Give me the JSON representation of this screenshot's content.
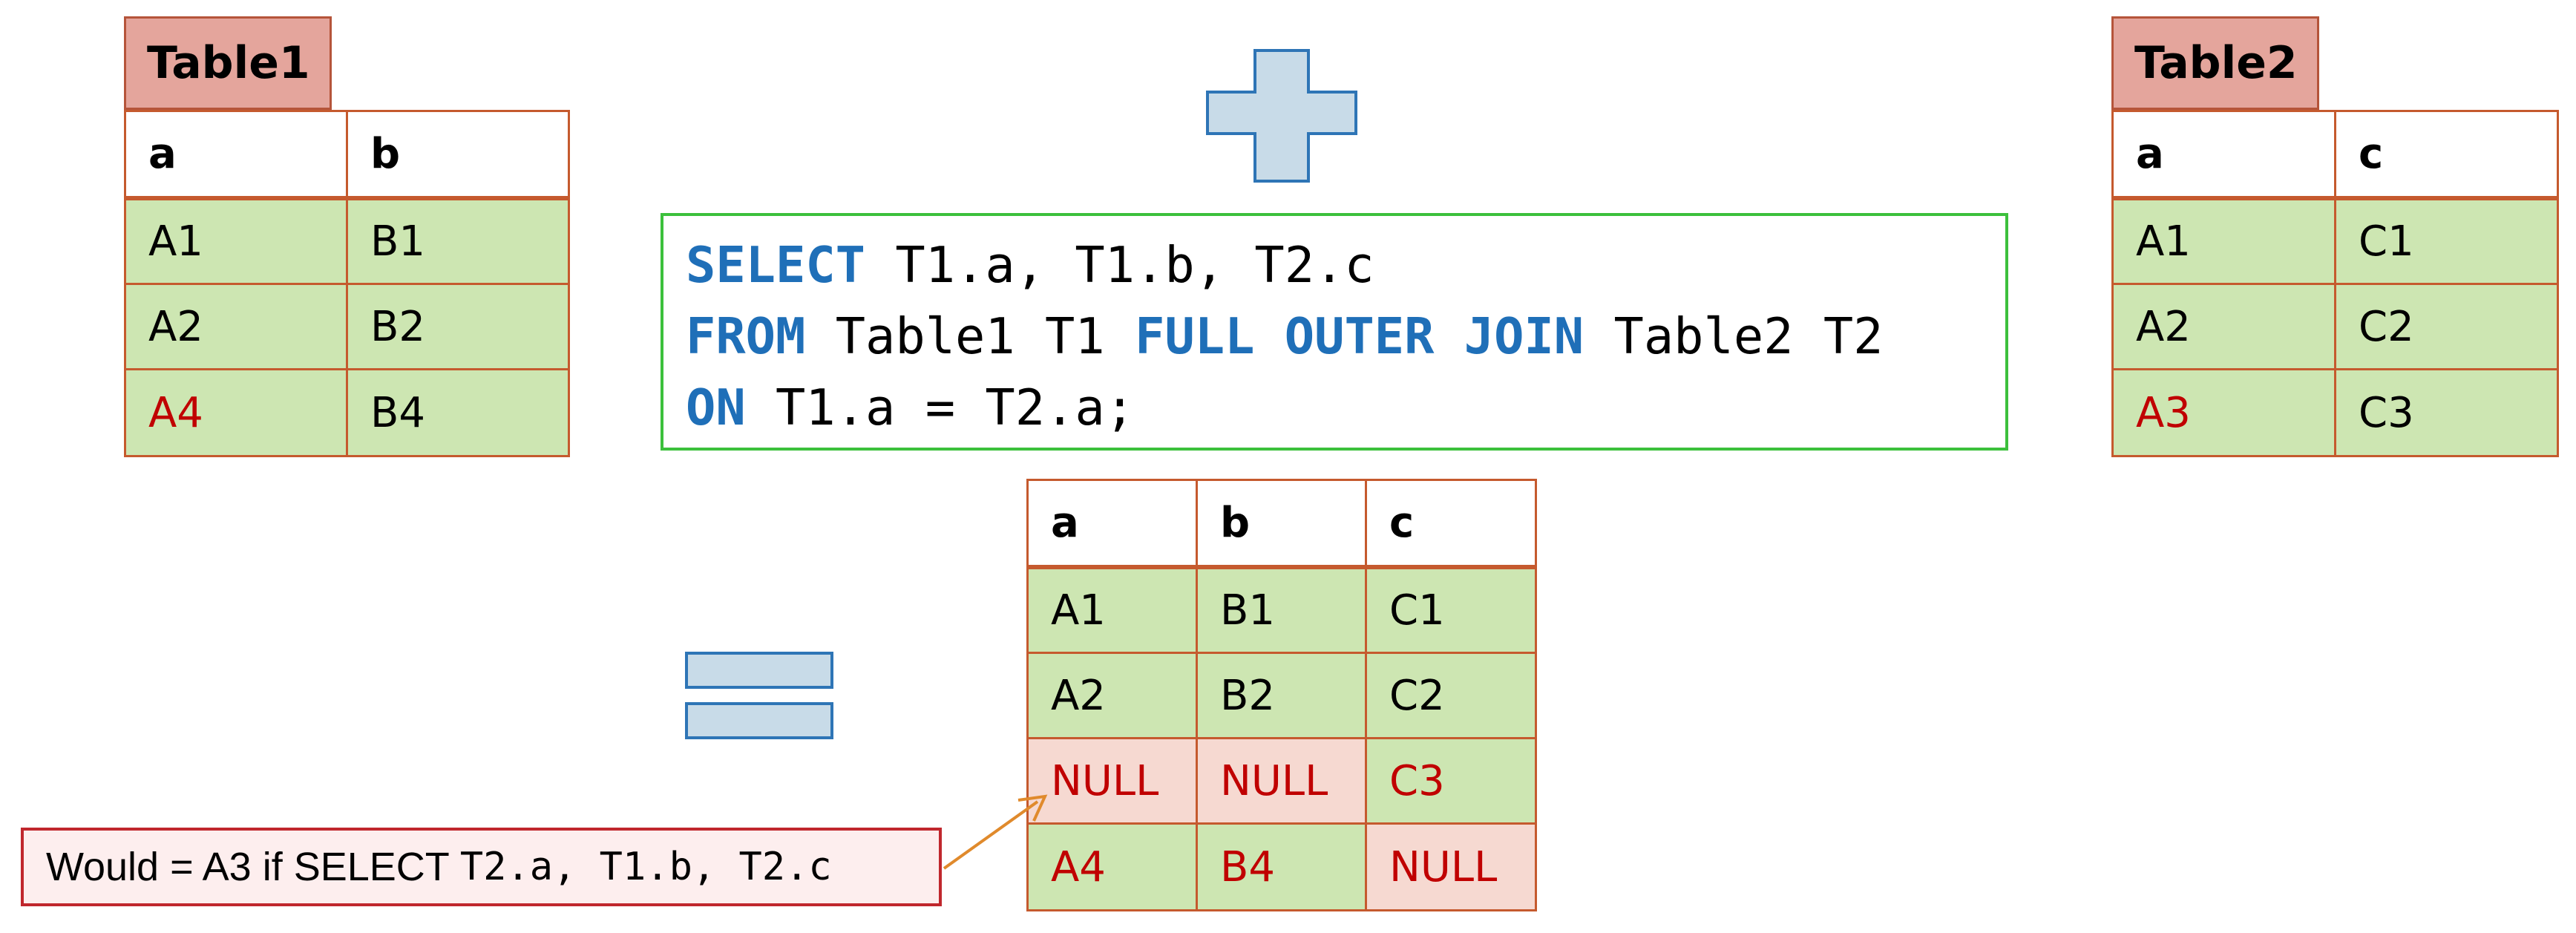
{
  "table1": {
    "title": "Table1",
    "headers": [
      "a",
      "b"
    ],
    "rows": [
      [
        "A1",
        "B1"
      ],
      [
        "A2",
        "B2"
      ],
      [
        "A4",
        "B4"
      ]
    ]
  },
  "table2": {
    "title": "Table2",
    "headers": [
      "a",
      "c"
    ],
    "rows": [
      [
        "A1",
        "C1"
      ],
      [
        "A2",
        "C2"
      ],
      [
        "A3",
        "C3"
      ]
    ]
  },
  "query": {
    "line1_kw": "SELECT",
    "line1_rest": " T1.a, T1.b, T2.c",
    "line2_kw1": "FROM",
    "line2_mid1": " Table1 T1 ",
    "line2_kw2": "FULL OUTER JOIN",
    "line2_rest": " Table2 T2",
    "line3_kw": "ON",
    "line3_rest": " T1.a = T2.a;"
  },
  "result": {
    "headers": [
      "a",
      "b",
      "c"
    ],
    "rows": [
      [
        "A1",
        "B1",
        "C1"
      ],
      [
        "A2",
        "B2",
        "C2"
      ],
      [
        "NULL",
        "NULL",
        "C3"
      ],
      [
        "A4",
        "B4",
        "NULL"
      ]
    ]
  },
  "note": {
    "prefix": "Would = A3 if SELECT ",
    "code": "T2.a, T1.b, T2.c"
  },
  "colors": {
    "matched": "#cde6b2",
    "null_fill": "#f6d9d1",
    "highlight_text": "#c00000",
    "keyword": "#1f6fb8",
    "border": "#c55a2e",
    "sql_border": "#3cc03c"
  }
}
